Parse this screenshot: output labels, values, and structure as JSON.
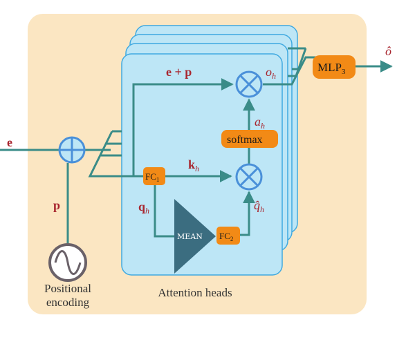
{
  "colors": {
    "background_panel": "#fbe6c2",
    "head_fill": "#bde6f6",
    "head_stroke": "#3fa9e0",
    "line": "#3a8c88",
    "orange": "#f28a16",
    "triangle": "#3b6d80",
    "label_red": "#a8262f",
    "node_circle": "#4a90d9",
    "encoder_circle": "#6a6168"
  },
  "labels": {
    "e": "e",
    "p": "p",
    "e_plus_p": "e + p",
    "o_h": "o",
    "o_h_sub": "h",
    "a_h": "a",
    "a_h_sub": "h",
    "k_h": "k",
    "k_h_sub": "h",
    "q_h": "q",
    "q_h_sub": "h",
    "q_hat": "q̂",
    "q_hat_sub": "h",
    "o_hat": "ô"
  },
  "boxes": {
    "fc1": "FC",
    "fc1_sub": "1",
    "fc2": "FC",
    "fc2_sub": "2",
    "softmax": "softmax",
    "mlp": "MLP",
    "mlp_sub": "3",
    "mean": "MEAN"
  },
  "captions": {
    "positional_line1": "Positional",
    "positional_line2": "encoding",
    "attention_heads": "Attention heads"
  }
}
